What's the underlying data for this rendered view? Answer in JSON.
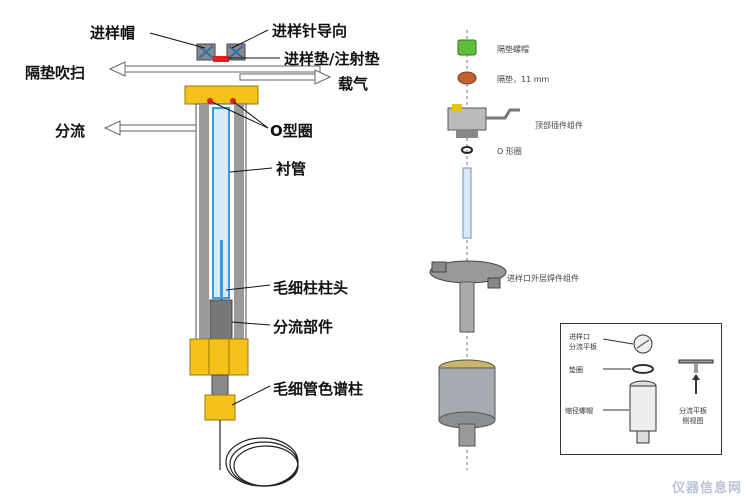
{
  "left_labels": {
    "septum_nut": "进样帽",
    "needle_guide": "进样针导向",
    "septum": "进样垫/注射垫",
    "septum_purge": "隔垫吹扫",
    "carrier_gas": "载气",
    "split": "分流",
    "o_ring": "O型圈",
    "liner": "衬管",
    "column_head": "毛细柱柱头",
    "split_part": "分流部件",
    "capillary_column": "毛细管色谱柱"
  },
  "right_labels": {
    "septum_nut": "隔垫螺帽",
    "septum_11mm": "隔垫，11 mm",
    "top_insert": "顶部插件组件",
    "o_ring": "O 形圈",
    "weldment": "进样口外层焊件组件"
  },
  "inset": {
    "split_plate": "进样口\n分流平板",
    "washer": "垫圈",
    "reducing_nut": "缩径螺帽",
    "side_view": "分流平板\n侧视图"
  },
  "watermark": "仪器信息网",
  "colors": {
    "yellow": "#f4c21b",
    "blue": "#3c9be0",
    "red": "#e02020",
    "gray": "#9a9a9a",
    "green": "#5fbf3a"
  }
}
